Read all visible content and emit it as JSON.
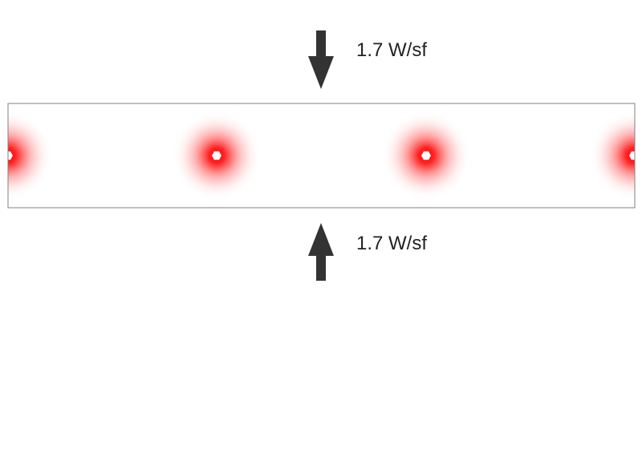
{
  "loads": {
    "top": {
      "value": "1.7 W/sf",
      "direction": "down"
    },
    "bottom": {
      "value": "1.7 W/sf",
      "direction": "up"
    }
  },
  "colors": {
    "arrow": "#333333",
    "heat_source": "#ff0000",
    "panel_border": "#808080",
    "background": "#ffffff"
  },
  "heat_sources": {
    "count_visible": 4,
    "icon": "hexagon-hole"
  }
}
